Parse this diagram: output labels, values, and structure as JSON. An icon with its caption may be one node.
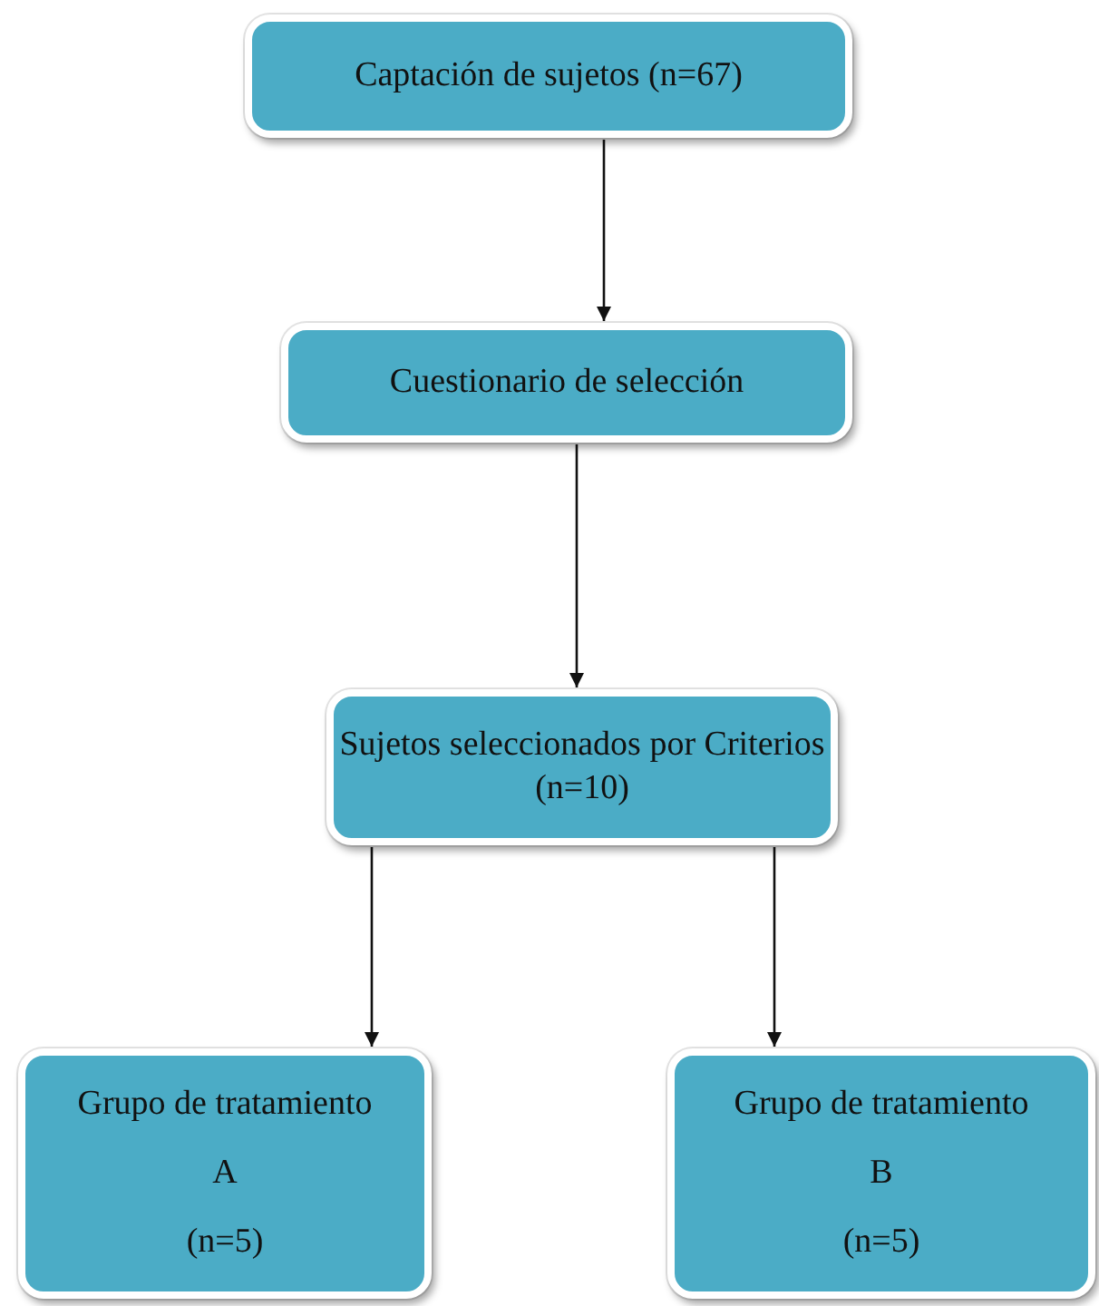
{
  "diagram": {
    "nodes": [
      {
        "text": [
          "Captación de sujetos (n=67)"
        ]
      },
      {
        "text": [
          "Cuestionario de selección"
        ]
      },
      {
        "text": [
          "Sujetos seleccionados por Criterios (n=10)"
        ]
      },
      {
        "text": [
          "Grupo de tratamiento",
          "A",
          "(n=5)"
        ]
      },
      {
        "text": [
          "Grupo de tratamiento",
          "B",
          "(n=5)"
        ]
      }
    ],
    "edges": [
      {
        "from": 0,
        "to": 1,
        "arrow": "to"
      },
      {
        "from": 1,
        "to": 2,
        "arrow": "to"
      },
      {
        "from": 2,
        "to": 3,
        "arrow": "to"
      },
      {
        "from": 2,
        "to": 4,
        "arrow": "to"
      }
    ]
  }
}
